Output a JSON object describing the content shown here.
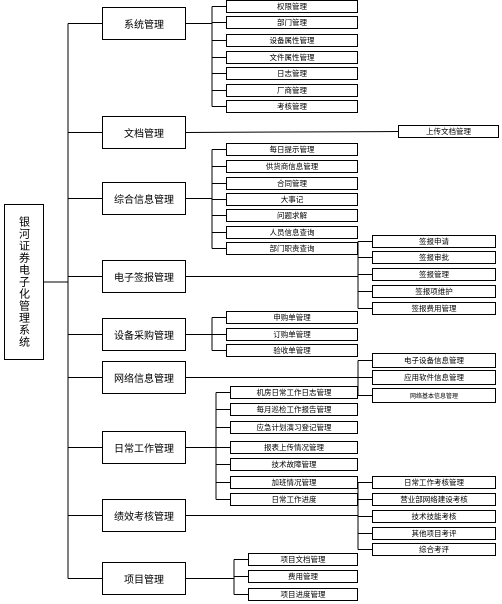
{
  "root": "银河证券电子化管理系统",
  "modules": [
    {
      "name": "系统管理",
      "children": [
        "权限管理",
        "部门管理",
        "设备属性管理",
        "文件属性管理",
        "日志管理",
        "厂商管理",
        "考核管理"
      ]
    },
    {
      "name": "文档管理",
      "children": [
        "上传文档管理"
      ]
    },
    {
      "name": "综合信息管理",
      "children": [
        "每日提示管理",
        "供货商信息管理",
        "合同管理",
        "大事记",
        "问题求解",
        "人员信息查询",
        "部门职责查询"
      ]
    },
    {
      "name": "电子签报管理",
      "children": [
        "签报申请",
        "签报审批",
        "签报管理",
        "签报项维护",
        "签报费用管理"
      ]
    },
    {
      "name": "设备采购管理",
      "children": [
        "申购单管理",
        "订购单管理",
        "验收单管理"
      ]
    },
    {
      "name": "网络信息管理",
      "children": [
        "电子设备信息管理",
        "应用软件信息管理",
        "网络基本信息管理"
      ]
    },
    {
      "name": "日常工作管理",
      "children": [
        "机房日常工作日志管理",
        "每月巡检工作报告管理",
        "应急计划演习登记管理",
        "报表上传情况管理",
        "技术故障管理",
        "加班情况管理",
        "日常工作进度"
      ]
    },
    {
      "name": "绩效考核管理",
      "children": [
        "日常工作考核管理",
        "营业部网络建设考核",
        "技术技能考核",
        "其他项目考评",
        "综合考评"
      ]
    },
    {
      "name": "项目管理",
      "children": [
        "项目文档管理",
        "费用管理",
        "项目进度管理"
      ]
    }
  ]
}
